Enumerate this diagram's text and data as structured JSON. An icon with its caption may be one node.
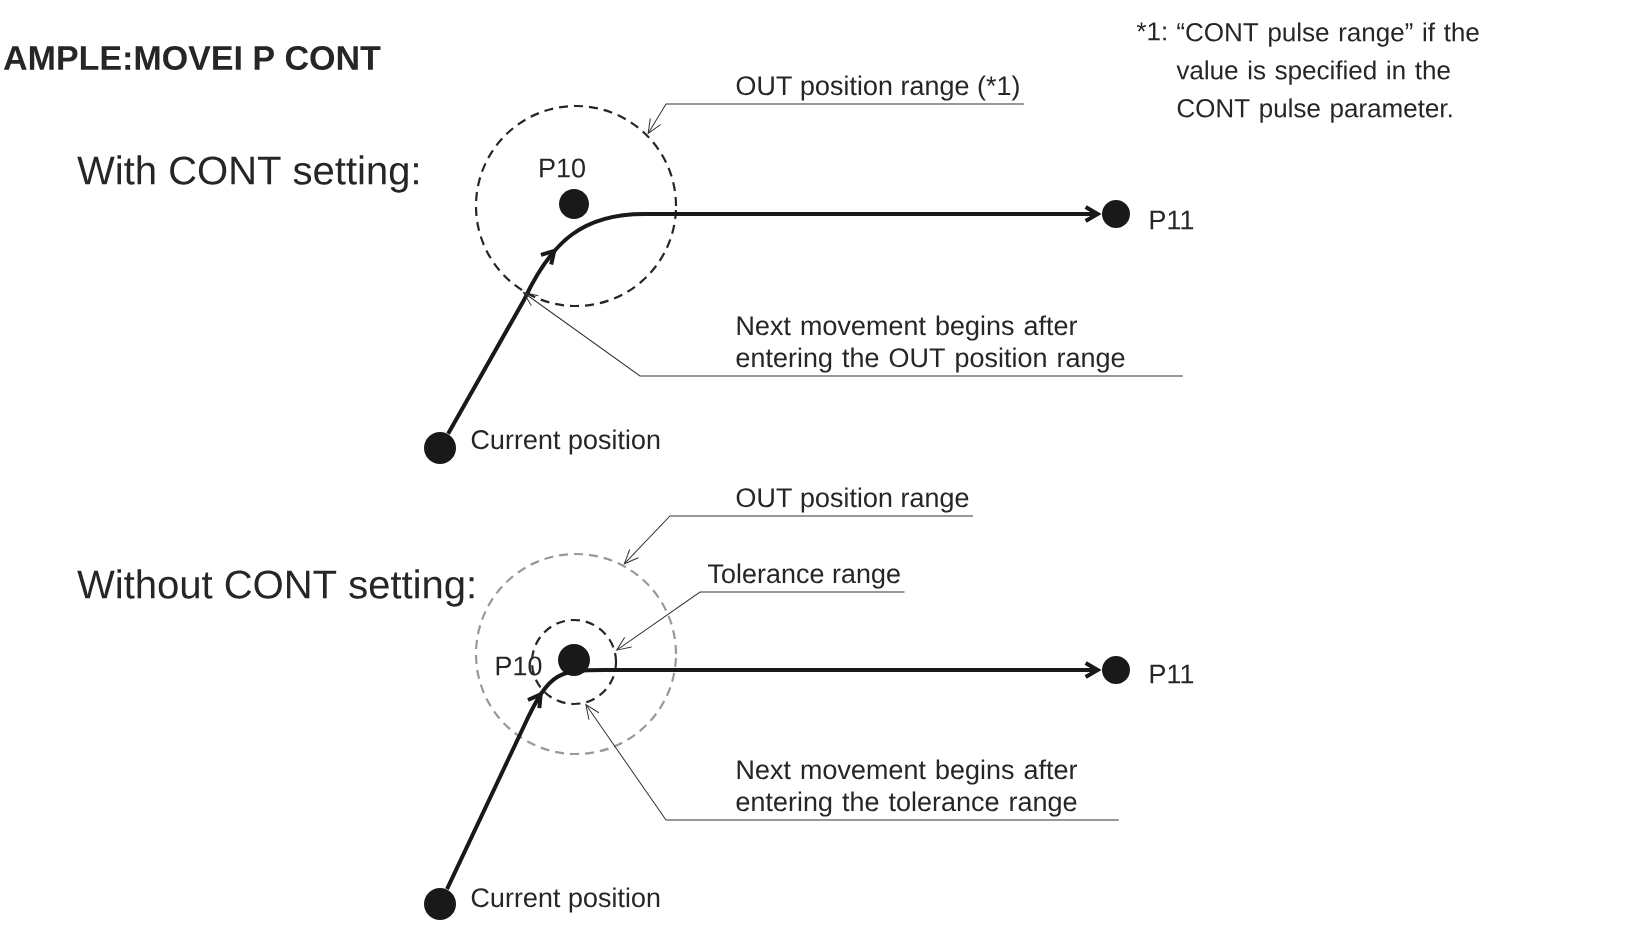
{
  "diagram": {
    "title": "AMPLE:MOVEI P CONT",
    "nodes": [
      {
        "text": [],
        "shape": "circle"
      },
      {
        "text": [],
        "shape": "circle",
        "beside": [
          "P10"
        ],
        "in": 0
      },
      {
        "text": [],
        "shape": "circle",
        "beside": [
          "P11"
        ]
      },
      {
        "text": [],
        "shape": "circle",
        "beside": [
          "Current position"
        ]
      },
      {
        "text": [
          "OUT position range (*1)"
        ]
      },
      {
        "text": [
          "Next movement begins after entering the OUT position range"
        ]
      },
      {
        "text": [],
        "shape": "circle"
      },
      {
        "text": [],
        "shape": "circle",
        "in": 6
      },
      {
        "text": [],
        "shape": "circle",
        "in": 7
      },
      {
        "text": [],
        "shape": "circle",
        "beside": [
          "P11"
        ]
      },
      {
        "text": [],
        "shape": "circle",
        "beside": [
          "Current position"
        ]
      },
      {
        "text": [
          "OUT position range"
        ]
      },
      {
        "text": [
          "Tolerance range"
        ]
      },
      {
        "text": [
          "Next movement begins after entering the tolerance range"
        ]
      }
    ],
    "edges": [
      {
        "from": 3,
        "to": 2,
        "arrow": "to",
        "style": "thick"
      },
      {
        "from": 4,
        "to": 0,
        "arrow": "to"
      },
      {
        "from": 5,
        "to": 0,
        "arrow": "to"
      },
      {
        "from": 10,
        "to": 9,
        "arrow": "to",
        "style": "thick"
      },
      {
        "from": 11,
        "to": 6,
        "arrow": "to"
      },
      {
        "from": 12,
        "to": 7,
        "arrow": "to"
      },
      {
        "from": 13,
        "to": 7,
        "arrow": "to"
      }
    ],
    "labels": [
      "*1:",
      "“CONT pulse range” if the value is specified in the CONT pulse parameter.",
      "With CONT setting:",
      "Without CONT setting:",
      "P10"
    ]
  }
}
